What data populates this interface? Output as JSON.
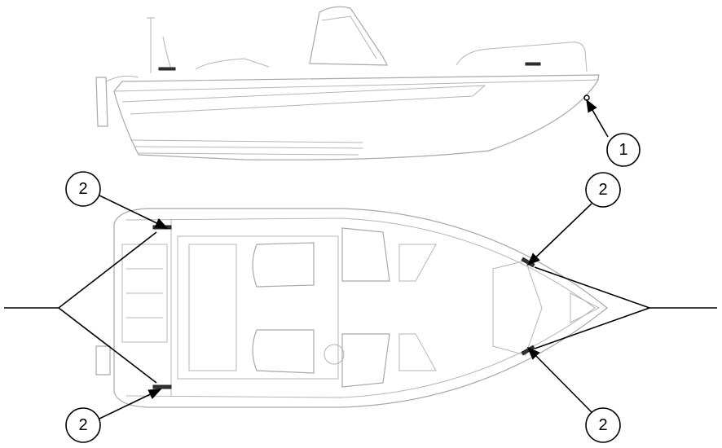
{
  "callouts": [
    {
      "label": "1"
    },
    {
      "label": "2"
    },
    {
      "label": "2"
    },
    {
      "label": "2"
    },
    {
      "label": "2"
    }
  ]
}
